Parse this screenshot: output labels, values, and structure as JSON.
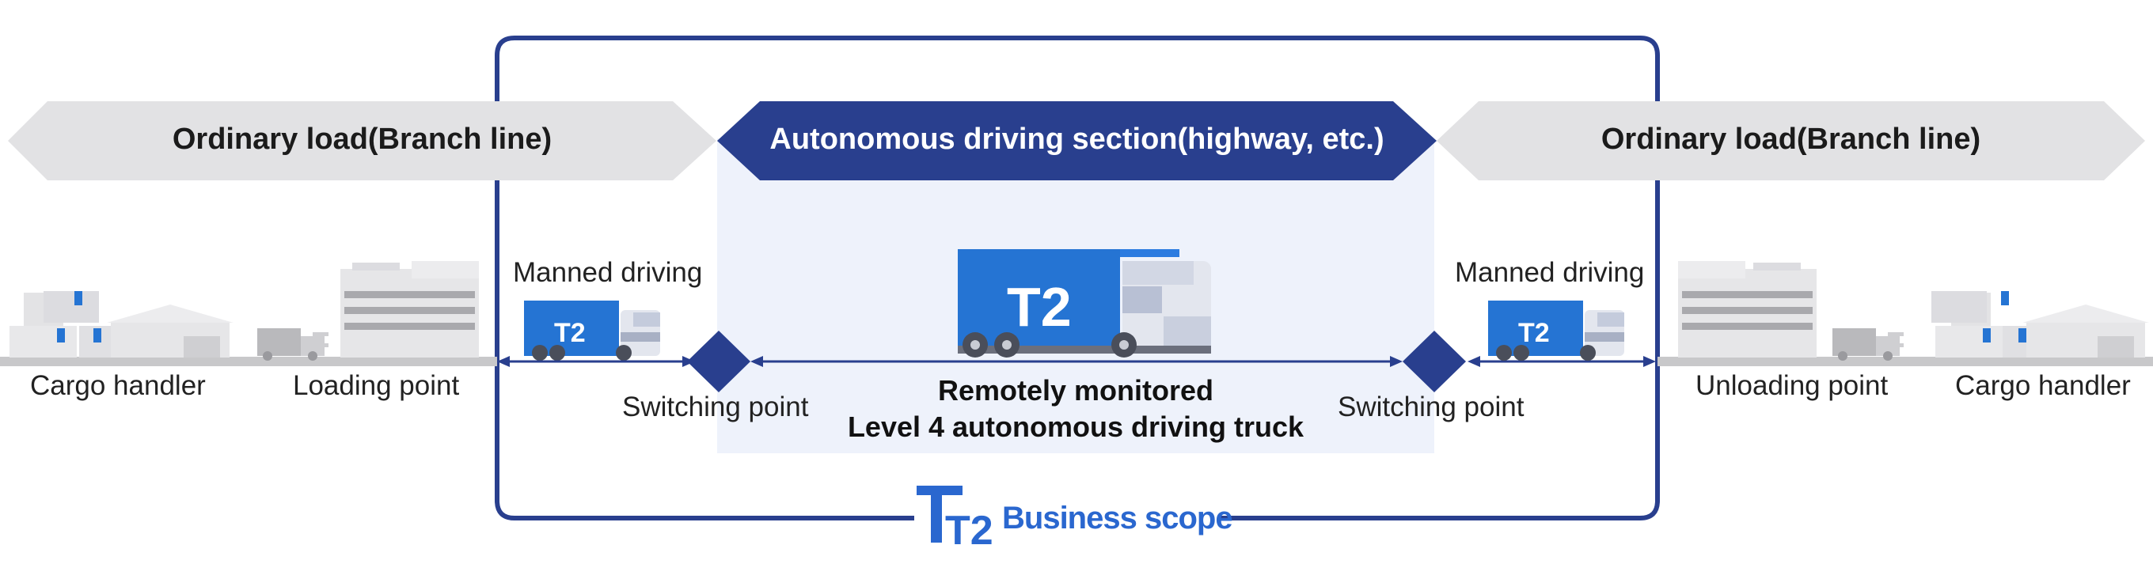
{
  "banners": {
    "left": "Ordinary load(Branch line)",
    "center": "Autonomous driving section(highway, etc.)",
    "right": "Ordinary load(Branch line)"
  },
  "labels": {
    "cargo_handler_left": "Cargo handler",
    "loading_point": "Loading point",
    "manned_left": "Manned driving",
    "switching_left": "Switching point",
    "center_line1": "Remotely monitored",
    "center_line2": "Level 4 autonomous driving truck",
    "switching_right": "Switching point",
    "manned_right": "Manned driving",
    "unloading_point": "Unloading point",
    "cargo_handler_right": "Cargo handler"
  },
  "scope": {
    "label": "Business scope"
  },
  "logo": {
    "mark": "T2"
  },
  "colors": {
    "navy": "#293f8e",
    "blue": "#2a67cf",
    "truck_blue": "#2574d3",
    "gray_banner": "#e2e2e4",
    "zone_fill": "#eef2fb",
    "building": "#e6e6e8"
  }
}
